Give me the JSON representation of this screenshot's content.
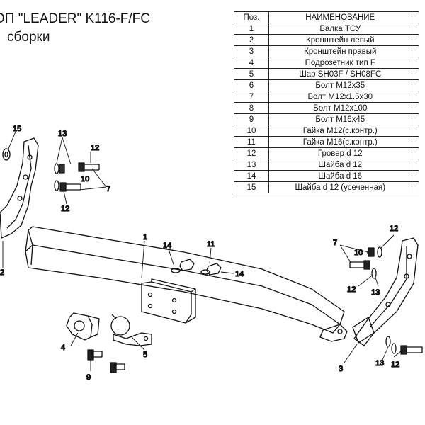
{
  "title": {
    "line1": "ОП \"LEADER\" K116-F/FC",
    "line2": "сборки"
  },
  "table": {
    "headers": [
      "Поз.",
      "НАИМЕНОВАНИЕ"
    ],
    "rows": [
      {
        "pos": "1",
        "name": "Балка ТСУ"
      },
      {
        "pos": "2",
        "name": "Кронштейн левый"
      },
      {
        "pos": "3",
        "name": "Кронштейн правый"
      },
      {
        "pos": "4",
        "name": "Подрозетник тип F"
      },
      {
        "pos": "5",
        "name": "Шар SH03F / SH08FC"
      },
      {
        "pos": "6",
        "name": "Болт М12х35"
      },
      {
        "pos": "7",
        "name": "Болт М12х1.5х30"
      },
      {
        "pos": "8",
        "name": "Болт М12х100"
      },
      {
        "pos": "9",
        "name": "Болт М16х45"
      },
      {
        "pos": "10",
        "name": "Гайка М12(с.контр.)"
      },
      {
        "pos": "11",
        "name": "Гайка  М16(с.контр.)"
      },
      {
        "pos": "12",
        "name": "Гровер d 12"
      },
      {
        "pos": "13",
        "name": "Шайба d 12"
      },
      {
        "pos": "14",
        "name": "Шайба d 16"
      },
      {
        "pos": "15",
        "name": "Шайба d 12 (усеченная)"
      }
    ]
  },
  "callouts": {
    "c15": "15",
    "c13a": "13",
    "c12a": "12",
    "c10a": "10",
    "c7a": "7",
    "c12b": "12",
    "c2": "2",
    "c1": "1",
    "c14a": "14",
    "c11": "11",
    "c14b": "14",
    "c4": "4",
    "c5": "5",
    "c9": "9",
    "c7b": "7",
    "c10b": "10",
    "c12c": "12",
    "c12d": "12",
    "c13b": "13",
    "c3": "3",
    "c13c": "13",
    "c12e": "12"
  }
}
